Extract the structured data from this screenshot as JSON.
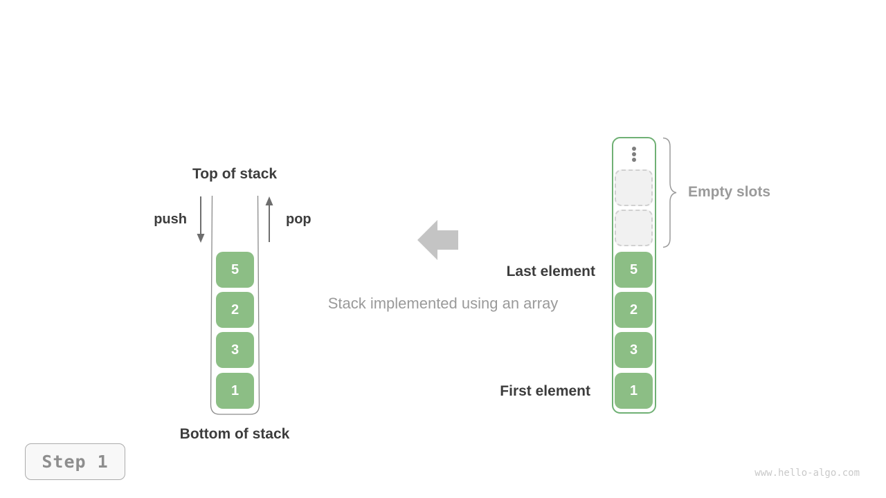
{
  "left_stack": {
    "top_label": "Top of stack",
    "bottom_label": "Bottom of stack",
    "push_label": "push",
    "pop_label": "pop",
    "cells": [
      "5",
      "2",
      "3",
      "1"
    ]
  },
  "center": {
    "caption": "Stack implemented using an array",
    "arrow_icon": "left-block-arrow"
  },
  "right_array": {
    "ellipsis_icon": "vertical-dots",
    "empty_slot_count": 2,
    "empty_slots_label": "Empty slots",
    "last_element_label": "Last element",
    "first_element_label": "First element",
    "cells": [
      "5",
      "2",
      "3",
      "1"
    ]
  },
  "footer": {
    "step_label": "Step 1",
    "watermark": "www.hello-algo.com"
  },
  "colors": {
    "cell_green": "#8CBE85",
    "array_border_green": "#6FB074",
    "text_dark": "#3C3C3C",
    "text_gray": "#9A9A9A",
    "block_arrow_gray": "#C4C4C4",
    "stroke_gray": "#6E6E6E"
  }
}
